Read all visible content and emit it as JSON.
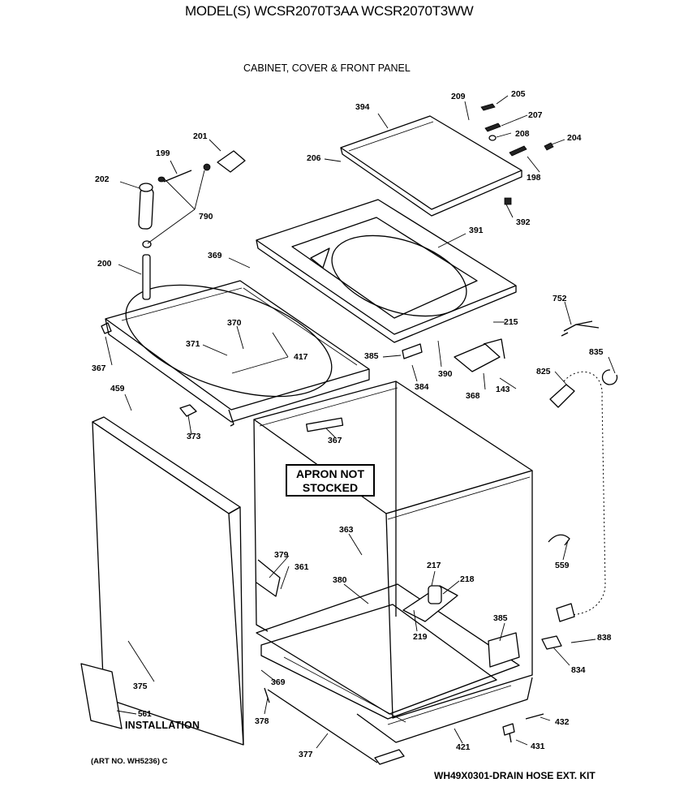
{
  "header": {
    "model": "MODEL(S) WCSR2070T3AA  WCSR2070T3WW",
    "subtitle": "CABINET, COVER & FRONT PANEL"
  },
  "notice": {
    "line1": "APRON NOT",
    "line2": "STOCKED"
  },
  "installation": {
    "part": "561",
    "label": "INSTALLATION"
  },
  "footer": {
    "art_number": "(ART NO. WH5236) C",
    "drain_hose_kit": "WH49X0301-DRAIN HOSE EXT. KIT"
  },
  "callouts": [
    "209",
    "205",
    "207",
    "394",
    "208",
    "204",
    "198",
    "206",
    "201",
    "199",
    "202",
    "790",
    "392",
    "391",
    "200",
    "369",
    "752",
    "215",
    "370",
    "371",
    "417",
    "835",
    "385",
    "390",
    "367",
    "384",
    "825",
    "368",
    "143",
    "459",
    "373",
    "367",
    "363",
    "379",
    "361",
    "217",
    "218",
    "380",
    "559",
    "219",
    "385",
    "838",
    "834",
    "375",
    "369",
    "378",
    "432",
    "377",
    "421",
    "431"
  ]
}
